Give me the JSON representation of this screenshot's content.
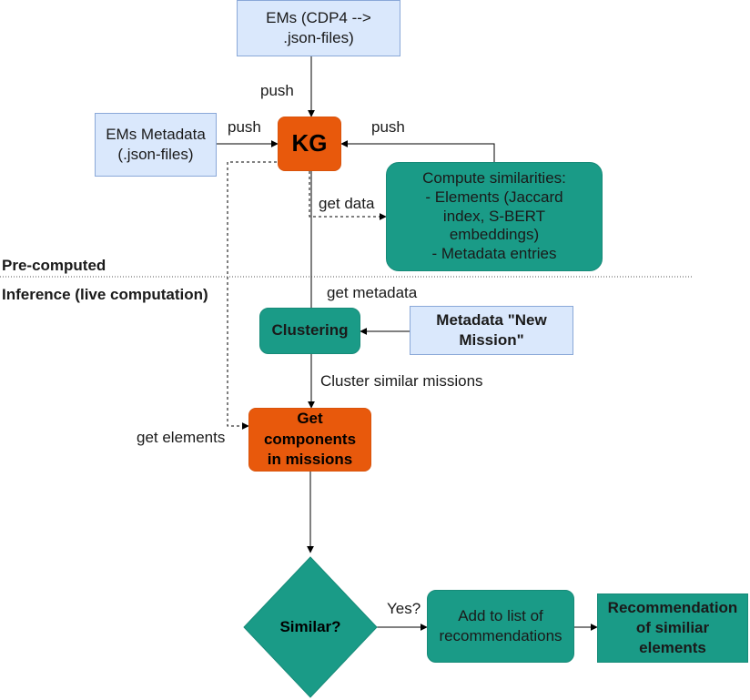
{
  "nodes": {
    "ems": "EMs (CDP4 -->\n.json-files)",
    "ems_metadata": "EMs Metadata\n(.json-files)",
    "kg": "KG",
    "compute_similarities": "Compute similarities:\n- Elements (Jaccard\nindex, S-BERT\nembeddings)\n- Metadata entries",
    "clustering": "Clustering",
    "metadata_new_mission": "Metadata \"New\nMission\"",
    "get_components": "Get\ncomponents\nin missions",
    "similar": "Similar?",
    "add_to_list": "Add to list of\nrecommendations",
    "recommendation": "Recommendation\nof similiar\nelements"
  },
  "edge_labels": {
    "push_top": "push",
    "push_left": "push",
    "push_right": "push",
    "get_data": "get data",
    "get_metadata": "get metadata",
    "cluster_similar": "Cluster similar missions",
    "get_elements": "get elements",
    "yes": "Yes?"
  },
  "sections": {
    "precomputed": "Pre-computed",
    "inference": "Inference (live computation)"
  },
  "colors": {
    "blue_fill": "#dae8fc",
    "orange_fill": "#e8590c",
    "teal_fill": "#1a9b87"
  }
}
